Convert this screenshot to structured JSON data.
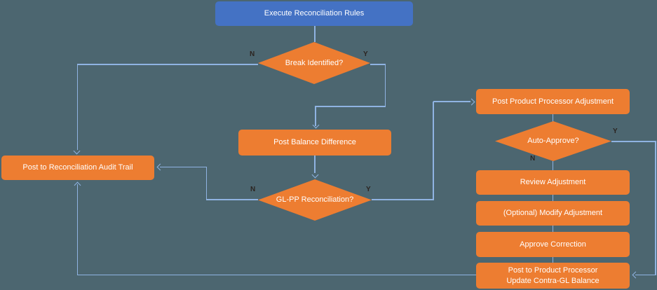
{
  "nodes": {
    "execute_rules": {
      "label": "Execute Reconciliation Rules"
    },
    "break_identified": {
      "label": "Break Identified?"
    },
    "post_balance_difference": {
      "label": "Post Balance Difference"
    },
    "glpp_reconciliation": {
      "label": "GL-PP Reconciliation?"
    },
    "post_audit_trail": {
      "label": "Post to Reconciliation Audit Trail"
    },
    "post_pp_adjustment": {
      "label": "Post Product Processor Adjustment"
    },
    "auto_approve": {
      "label": "Auto-Approve?"
    },
    "review_adjustment": {
      "label": "Review Adjustment"
    },
    "modify_adjustment": {
      "label": "(Optional) Modify Adjustment"
    },
    "approve_correction": {
      "label": "Approve Correction"
    },
    "post_to_pp": {
      "line1": "Post to Product Processor",
      "line2": "Update Contra-GL Balance"
    }
  },
  "branch_labels": {
    "break_n": "N",
    "break_y": "Y",
    "glpp_n": "N",
    "glpp_y": "Y",
    "auto_n": "N",
    "auto_y": "Y"
  },
  "colors": {
    "background": "#4C6670",
    "process_fill": "#ED7D31",
    "start_fill": "#4472C4",
    "connector": "#8FB3E2",
    "node_text": "#FFFFFF",
    "branch_label_text": "#2B2420"
  }
}
